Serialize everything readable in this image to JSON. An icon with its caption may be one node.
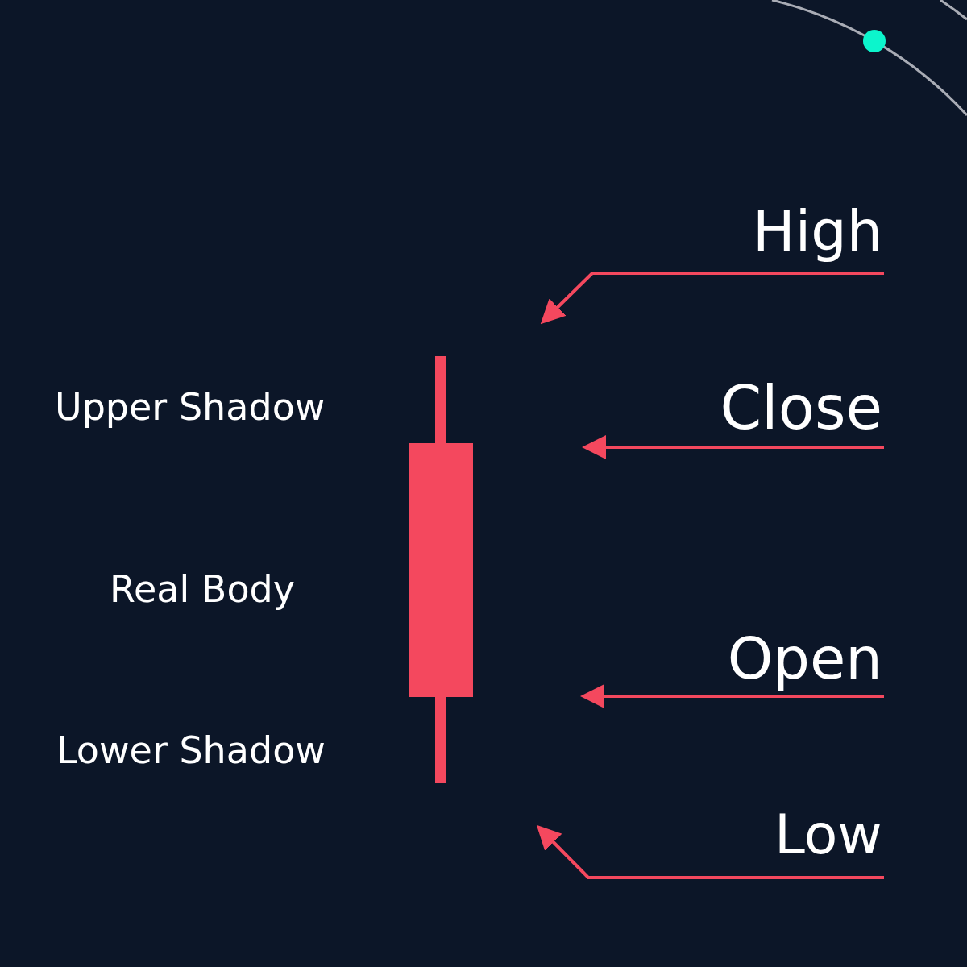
{
  "diagram": {
    "nodes": [
      {
        "text": [
          "High"
        ]
      },
      {
        "text": [],
        "shape": "bar",
        "beside": [
          "Upper Shadow"
        ]
      },
      {
        "text": [
          "Close"
        ]
      },
      {
        "text": [],
        "shape": "bar",
        "beside": [
          "Real Body"
        ]
      },
      {
        "text": [
          "Open"
        ]
      },
      {
        "text": [],
        "shape": "bar",
        "beside": [
          "Lower Shadow"
        ]
      },
      {
        "text": [
          "Low"
        ]
      }
    ],
    "edges": [
      {
        "from": 0,
        "to": null,
        "arrow": "to"
      },
      {
        "from": 2,
        "to": null,
        "arrow": "to"
      },
      {
        "from": 4,
        "to": null,
        "arrow": "to"
      },
      {
        "from": 6,
        "to": null,
        "arrow": "to"
      }
    ]
  }
}
